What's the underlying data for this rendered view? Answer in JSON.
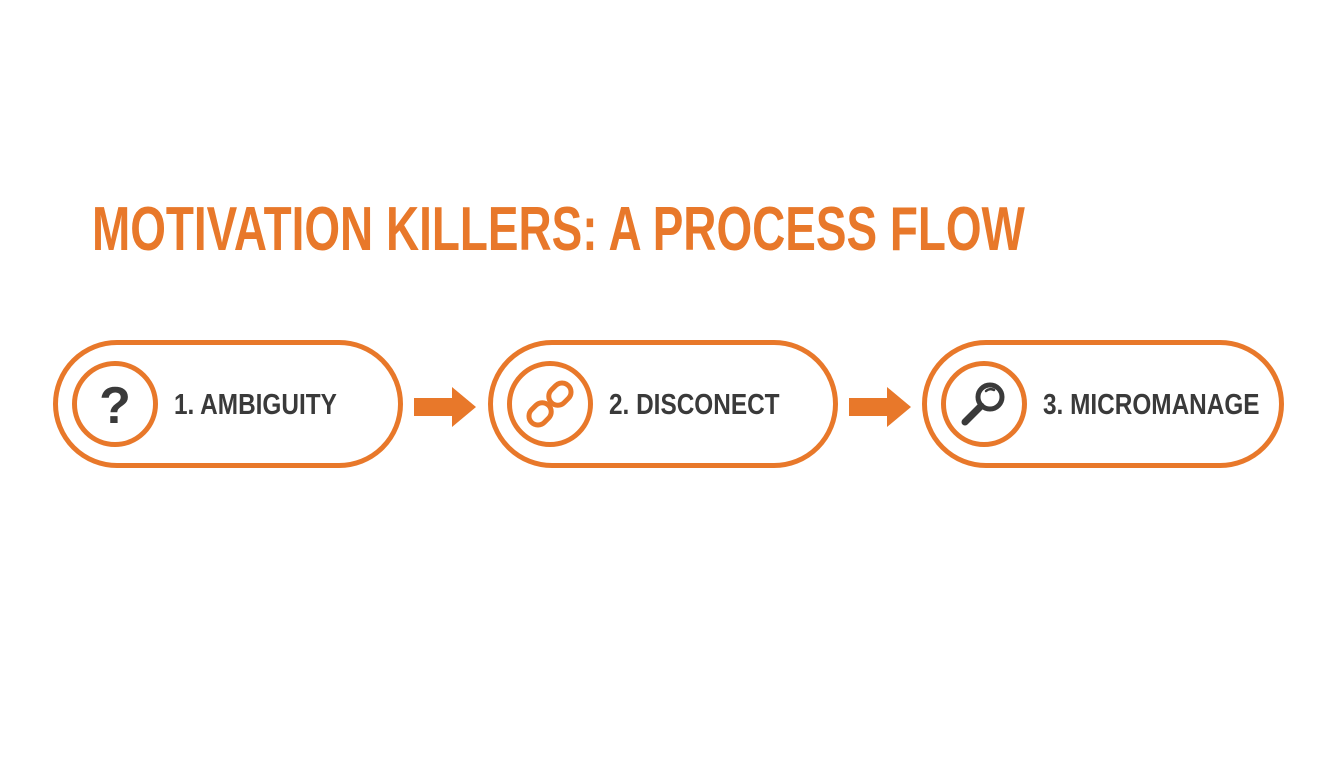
{
  "colors": {
    "accent": "#E8782A",
    "text": "#3A3A3A",
    "background": "#FFFFFF"
  },
  "title": "MOTIVATION KILLERS: A PROCESS FLOW",
  "steps": [
    {
      "label": "1. AMBIGUITY",
      "icon": "question-mark-icon"
    },
    {
      "label": "2. DISCONECT",
      "icon": "broken-link-icon"
    },
    {
      "label": "3. MICROMANAGE",
      "icon": "magnifying-glass-icon"
    }
  ]
}
